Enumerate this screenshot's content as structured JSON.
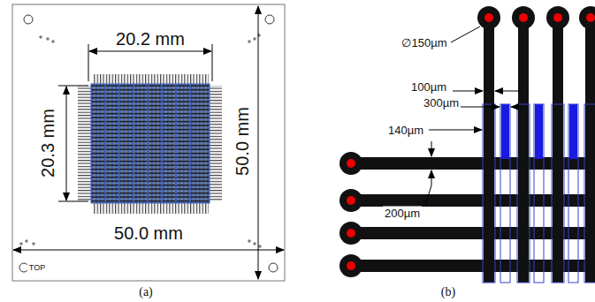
{
  "diagram": {
    "labels": [
      "20.2 mm",
      "20.3 mm",
      "50.0 mm",
      "50.0 mm",
      "TOP",
      "(a)",
      "∅150µm",
      "100µm",
      "300µm",
      "140µm",
      "200µm",
      "(b)"
    ]
  }
}
